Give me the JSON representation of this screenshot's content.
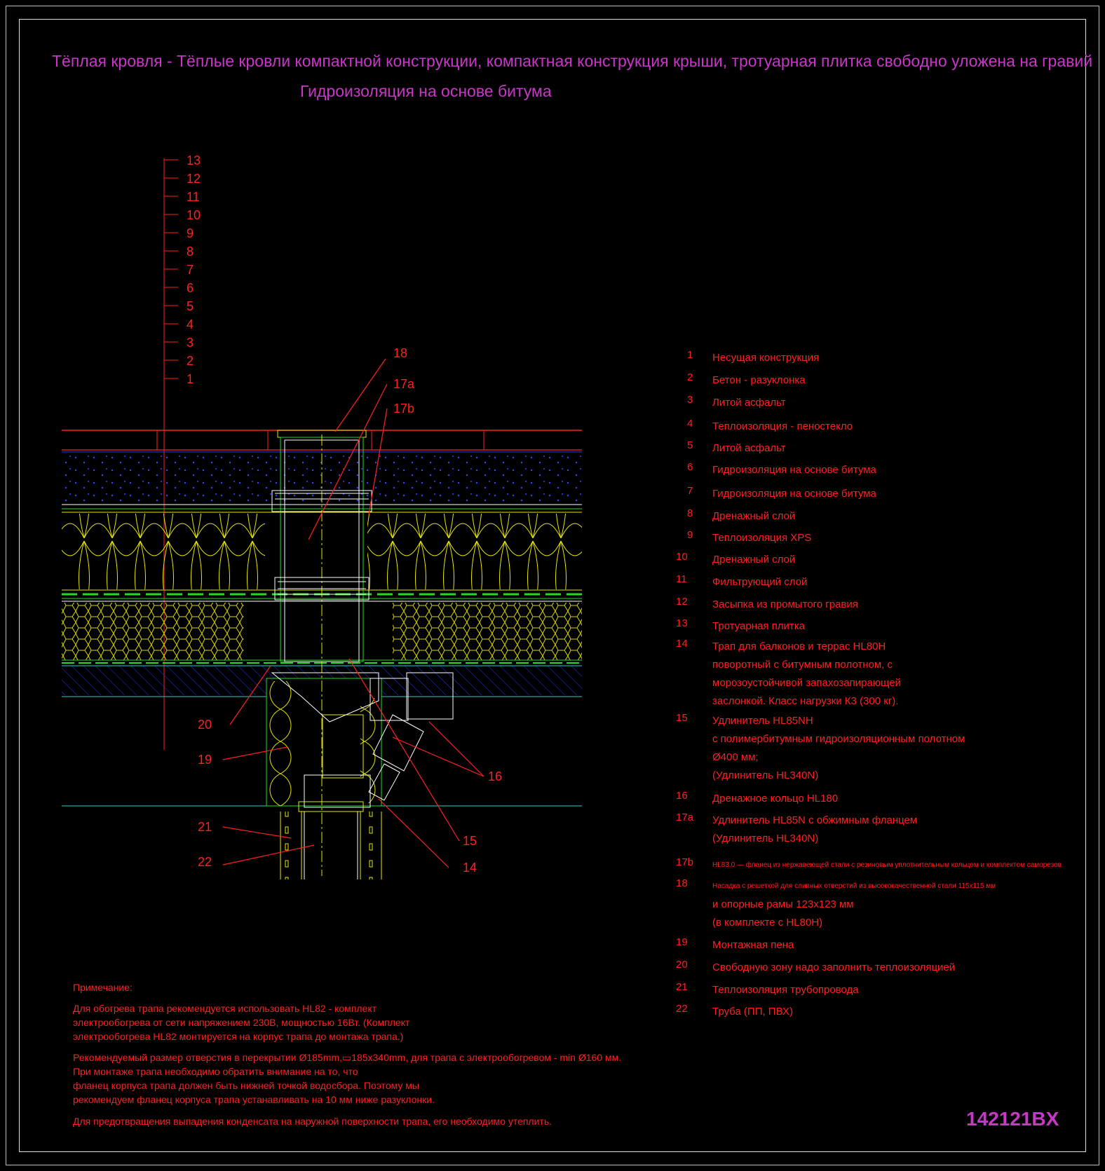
{
  "title": {
    "line1": "Тёплая кровля - Тёплые кровли компактной конструкции, компактная конструкция крыши, тротуарная плитка свободно уложена на гравий",
    "line2": "Гидроизоляция на основе битума"
  },
  "callouts": {
    "stack": [
      "13",
      "12",
      "11",
      "10",
      "9",
      "8",
      "7",
      "6",
      "5",
      "4",
      "3",
      "2",
      "1"
    ],
    "c18": "18",
    "c17a": "17a",
    "c17b": "17b",
    "c20": "20",
    "c19": "19",
    "c21": "21",
    "c22": "22",
    "c16": "16",
    "c15": "15",
    "c14": "14"
  },
  "legend": [
    {
      "num": "1",
      "lines": [
        "Несущая конструкция"
      ]
    },
    {
      "num": "2",
      "lines": [
        "Бетон - разуклонка"
      ]
    },
    {
      "num": "3",
      "lines": [
        "Литой асфальт"
      ]
    },
    {
      "num": "4",
      "lines": [
        "Теплоизоляция - пеностекло"
      ]
    },
    {
      "num": "5",
      "lines": [
        "Литой асфальт"
      ]
    },
    {
      "num": "6",
      "lines": [
        "Гидроизоляция на основе битума"
      ]
    },
    {
      "num": "7",
      "lines": [
        "Гидроизоляция на основе битума"
      ]
    },
    {
      "num": "8",
      "lines": [
        "Дренажный слой"
      ]
    },
    {
      "num": "9",
      "lines": [
        "Теплоизоляция XPS"
      ]
    },
    {
      "num": "10",
      "lines": [
        "Дренажный слой"
      ]
    },
    {
      "num": "11",
      "lines": [
        "Фильтрующий слой"
      ]
    },
    {
      "num": "12",
      "lines": [
        "Засыпка из промытого гравия"
      ]
    },
    {
      "num": "13",
      "lines": [
        "Тротуарная плитка"
      ]
    },
    {
      "num": "14",
      "lines": [
        "Трап для балконов и террас HL80H",
        "поворотный  с битумным полотном, с",
        "морозоустойчивой запахозапирающей",
        "заслонкой. Класс нагрузки К3 (300 кг)."
      ]
    },
    {
      "num": "15",
      "lines": [
        "Удлинитель HL85NH",
        " с полимербитумным гидроизоляционным полотном",
        "Ø400 мм;",
        "(Удлинитель HL340N)"
      ]
    },
    {
      "num": "16",
      "lines": [
        "Дренажное кольцо HL180"
      ]
    },
    {
      "num": "17a",
      "lines": [
        "Удлинитель HL85N с обжимным фланцем",
        "(Удлинитель HL340N)"
      ]
    },
    {
      "num": "17b",
      "lines": [
        "HL83.0 — фланец из нержавеющей стали с резиновым уплотнительным кольцом и комплектом саморезов"
      ]
    },
    {
      "num": "18",
      "lines": [
        "Насадка с решеткой для сливных отверстий из высококачественной стали 115x115 мм",
        "и опорные рамы 123x123 мм",
        "(в комплекте с HL80H)"
      ]
    },
    {
      "num": "19",
      "lines": [
        "Монтажная пена"
      ]
    },
    {
      "num": "20",
      "lines": [
        "Свободную зону надо заполнить теплоизоляцией"
      ]
    },
    {
      "num": "21",
      "lines": [
        "Теплоизоляция трубопровода"
      ]
    },
    {
      "num": "22",
      "lines": [
        "Труба (ПП, ПВХ)"
      ]
    }
  ],
  "notes": {
    "heading": "Примечание:",
    "paragraphs": [
      [
        "Для обогрева трапа рекомендуется использовать HL82 - комплект",
        "электрообогрева от сети напряжением 230В, мощностью 16Вт. (Комплект",
        "электрообогрева HL82 монтируется на корпус трапа до монтажа трапа.)"
      ],
      [
        "Рекомендуемый размер отверстия в перекрытии Ø185mm,▭185x340mm, для трапа с электрообогревом - min Ø160 мм.",
        "При монтаже трапа необходимо обратить внимание на то, что",
        "фланец корпуса трапа должен быть нижней точкой водосбора. Поэтому мы",
        "рекомендуем фланец корпуса трапа устанавливать на 10 мм ниже разуклонки."
      ],
      [
        "Для предотвращения выпадения конденсата на наружной поверхности трапа, его необходимо утеплить."
      ]
    ]
  },
  "drawing_code": "142121BX",
  "colors": {
    "magenta": "#c837c8",
    "red": "#ff2020",
    "yellow": "#e6e600",
    "green": "#22dd22",
    "cyan": "#22cccc",
    "blue": "#2233ff",
    "white": "#ffffff"
  }
}
